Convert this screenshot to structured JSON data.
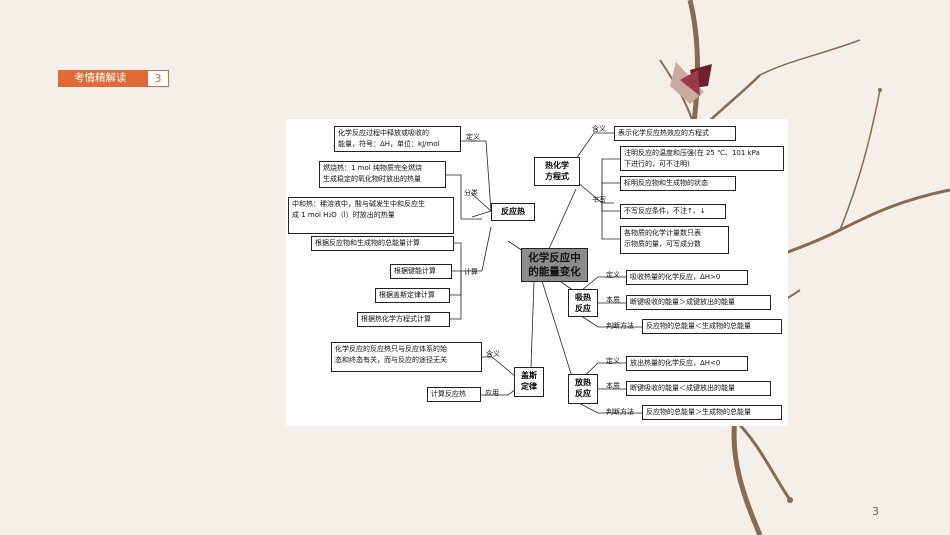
{
  "header": {
    "section_label": "考情精解读",
    "section_number": "3"
  },
  "page_number": "3",
  "colors": {
    "accent": "#e06a35",
    "background": "#f4efe9",
    "center_node": "#8c8c8c"
  },
  "diagram": {
    "center": "化学反应中\n的能量变化",
    "nodes": {
      "reaction_heat": "反应热",
      "thermo_equation": "热化学\n方程式",
      "endothermic": "吸热\n反应",
      "exothermic": "放热\n反应",
      "hess_law": "盖斯\n定律"
    },
    "labels": {
      "rh_definition": "定义",
      "rh_classification": "分类",
      "rh_calculation": "计算",
      "te_meaning": "含义",
      "te_writing": "书写",
      "en_definition": "定义",
      "en_essence": "本质",
      "en_criterion": "判断方法",
      "ex_definition": "定义",
      "ex_essence": "本质",
      "ex_criterion": "判断方法",
      "hl_meaning": "含义",
      "hl_application": "应用"
    },
    "boxes": {
      "rh_def": "化学反应过程中释放或吸收的\n能量，符号：ΔH，单位：kJ/mol",
      "rh_combustion": "燃烧热：1 mol 纯物质完全燃烧\n生成稳定的氧化物时放出的热量",
      "rh_neutralization": "中和热：稀溶液中，酸与碱发生中和反应生\n成 1 mol H₂O（l）时放出的热量",
      "rh_calc1": "根据反应物和生成物的总能量计算",
      "rh_calc2": "根据键能计算",
      "rh_calc3": "根据盖斯定律计算",
      "rh_calc4": "根据热化学方程式计算",
      "te_meaning": "表示化学反应热效应的方程式",
      "te_w1": "注明反应的温度和压强(在 25 ℃、101 kPa\n下进行的，可不注明)",
      "te_w2": "标明反应物和生成物的状态",
      "te_w3": "不写反应条件，不注↑、↓",
      "te_w4": "各物质的化学计量数只表\n示物质的量，可写成分数",
      "en_def": "吸收热量的化学反应，ΔH>0",
      "en_ess": "断键吸收的能量＞成键放出的能量",
      "en_crit": "反应物的总能量＜生成物的总能量",
      "ex_def": "放出热量的化学反应，ΔH<0",
      "ex_ess": "断键吸收的能量＜成键放出的能量",
      "ex_crit": "反应物的总能量＞生成物的总能量",
      "hl_meaning": "化学反应的反应热只与反应体系的始\n态和终态有关，而与反应的途径无关",
      "hl_app": "计算反应热"
    }
  }
}
